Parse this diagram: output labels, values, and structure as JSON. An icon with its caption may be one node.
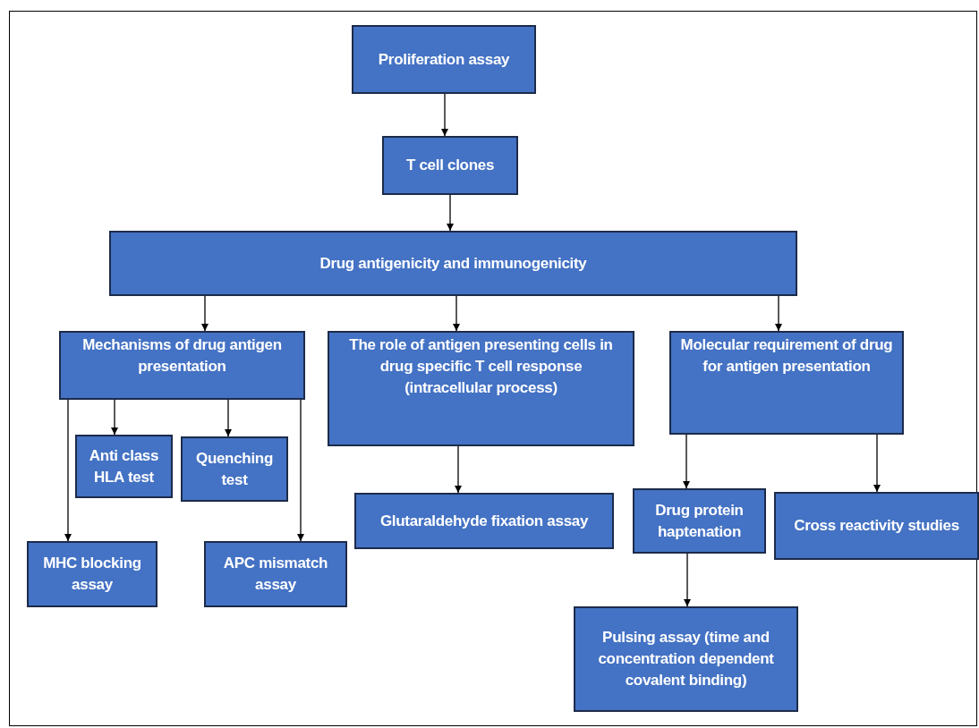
{
  "diagram": {
    "nodes": [
      {
        "text": [
          "Proliferation assay"
        ]
      },
      {
        "text": [
          "T cell clones"
        ]
      },
      {
        "text": [
          "Drug antigenicity and immunogenicity"
        ]
      },
      {
        "text": [
          "Mechanisms of drug antigen presentation"
        ]
      },
      {
        "text": [
          "The role of antigen presenting cells in drug specific T cell response (intracellular process)"
        ]
      },
      {
        "text": [
          "Molecular requirement of drug for antigen presentation"
        ]
      },
      {
        "text": [
          "Anti class HLA test"
        ]
      },
      {
        "text": [
          "Quenching test"
        ]
      },
      {
        "text": [
          "MHC blocking assay"
        ]
      },
      {
        "text": [
          "APC mismatch assay"
        ]
      },
      {
        "text": [
          "Glutaraldehyde fixation assay"
        ]
      },
      {
        "text": [
          "Drug protein haptenation"
        ]
      },
      {
        "text": [
          "Cross reactivity studies"
        ]
      },
      {
        "text": [
          "Pulsing assay (time and concentration dependent covalent binding)"
        ]
      }
    ],
    "edges": [
      {
        "from": 0,
        "to": 1,
        "arrow": "to"
      },
      {
        "from": 1,
        "to": 2,
        "arrow": "to"
      },
      {
        "from": 2,
        "to": 3,
        "arrow": "to"
      },
      {
        "from": 2,
        "to": 4,
        "arrow": "to"
      },
      {
        "from": 2,
        "to": 5,
        "arrow": "to"
      },
      {
        "from": 3,
        "to": 6,
        "arrow": "to"
      },
      {
        "from": 3,
        "to": 7,
        "arrow": "to"
      },
      {
        "from": 3,
        "to": 8,
        "arrow": "to"
      },
      {
        "from": 3,
        "to": 9,
        "arrow": "to"
      },
      {
        "from": 4,
        "to": 10,
        "arrow": "to"
      },
      {
        "from": 5,
        "to": 11,
        "arrow": "to"
      },
      {
        "from": 5,
        "to": 12,
        "arrow": "to"
      },
      {
        "from": 11,
        "to": 13,
        "arrow": "to"
      }
    ]
  }
}
